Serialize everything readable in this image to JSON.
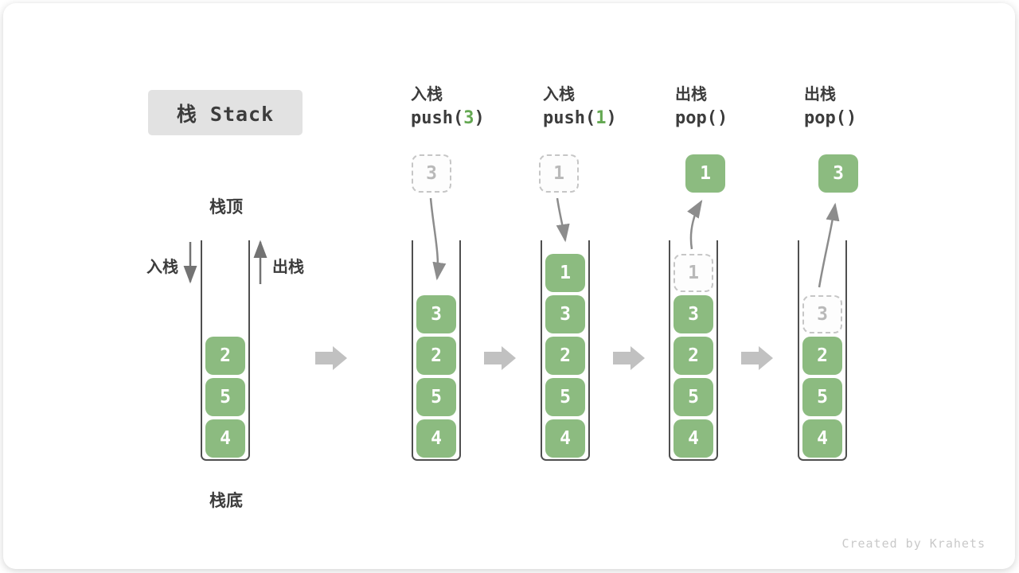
{
  "header": {
    "title": "栈 Stack"
  },
  "stack_annotations": {
    "top": "栈顶",
    "bottom": "栈底",
    "push": "入栈",
    "pop": "出栈"
  },
  "footer": {
    "credit": "Created by Krahets"
  },
  "colors": {
    "cell_green": "#8cbb80",
    "arg_green": "#64a852",
    "text_dark": "#3c3c3c",
    "title_bg": "#e2e2e2",
    "wall": "#4f4f4f",
    "curve_arrow": "#8c8c8c",
    "straight_arrow": "#737373",
    "block_arrow": "#c1c1c1",
    "ghost_border": "#c6c6c6",
    "ghost_text": "#b9b9b9"
  },
  "panels": [
    {
      "stack": [
        "2",
        "5",
        "4"
      ],
      "ghost": null,
      "floating": null,
      "op": null,
      "arrow": null
    },
    {
      "stack": [
        "3",
        "2",
        "5",
        "4"
      ],
      "ghost": null,
      "floating": {
        "value": "3",
        "variant": "dashed"
      },
      "op": {
        "name": "入栈",
        "fn": "push(",
        "arg": "3",
        "close": ")"
      },
      "arrow": "in"
    },
    {
      "stack": [
        "1",
        "3",
        "2",
        "5",
        "4"
      ],
      "ghost": null,
      "floating": {
        "value": "1",
        "variant": "dashed"
      },
      "op": {
        "name": "入栈",
        "fn": "push(",
        "arg": "1",
        "close": ")"
      },
      "arrow": "in"
    },
    {
      "stack": [
        "3",
        "2",
        "5",
        "4"
      ],
      "ghost": "1",
      "floating": {
        "value": "1",
        "variant": "solid"
      },
      "op": {
        "name": "出栈",
        "fn": "pop(",
        "arg": "",
        "close": ")"
      },
      "arrow": "out"
    },
    {
      "stack": [
        "2",
        "5",
        "4"
      ],
      "ghost": "3",
      "floating": {
        "value": "3",
        "variant": "solid"
      },
      "op": {
        "name": "出栈",
        "fn": "pop(",
        "arg": "",
        "close": ")"
      },
      "arrow": "out"
    }
  ]
}
